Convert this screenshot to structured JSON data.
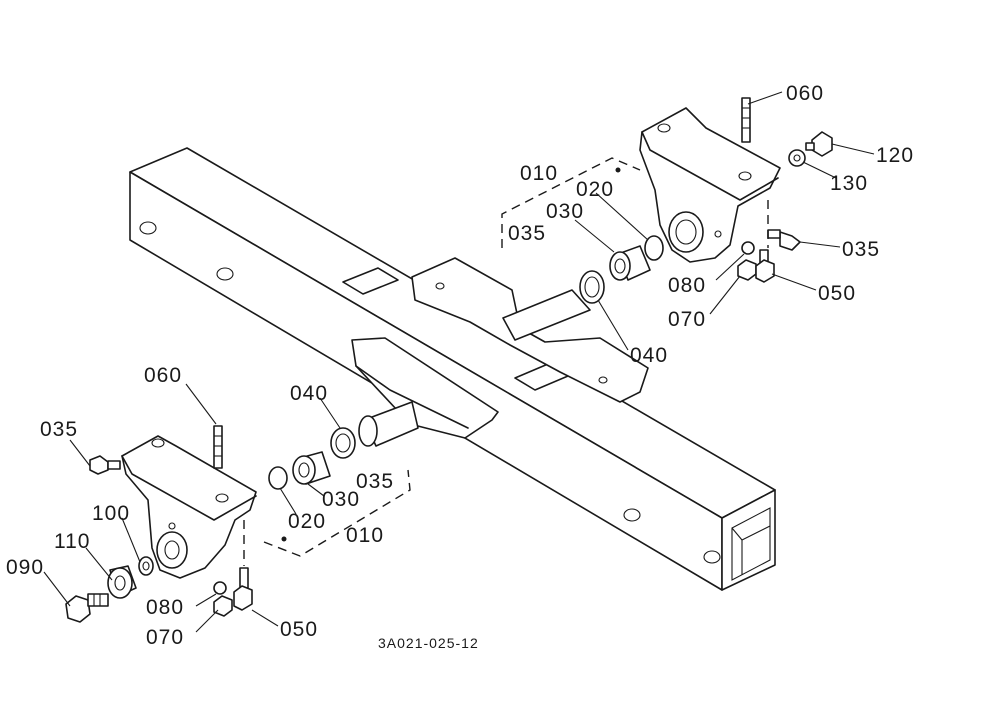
{
  "drawing_code": "3A021-025-12",
  "parts": {
    "p010": "010",
    "p020": "020",
    "p030": "030",
    "p035": "035",
    "p040": "040",
    "p050": "050",
    "p060": "060",
    "p070": "070",
    "p080": "080",
    "p090": "090",
    "p100": "100",
    "p110": "110",
    "p120": "120",
    "p130": "130"
  }
}
